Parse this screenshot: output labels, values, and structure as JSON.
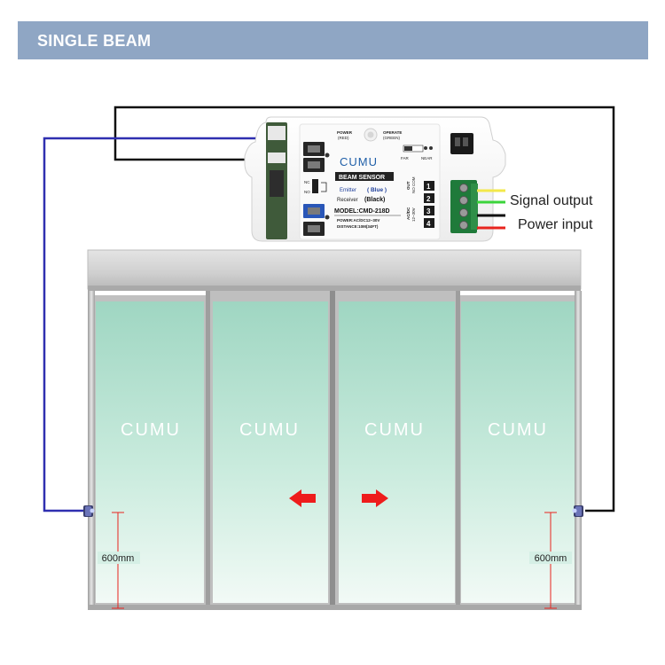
{
  "header": {
    "title": "SINGLE BEAM"
  },
  "sensor": {
    "brand": "CUMU",
    "title_plate": "BEAM SENSOR",
    "led_power_label": "POWER",
    "led_power_color": "(RED)",
    "led_operate_label": "OPERATE",
    "led_operate_color": "(GREEN)",
    "switch_far": "FAR",
    "switch_near": "NEAR",
    "emitter_label": "Emitter",
    "emitter_color": "( Blue )",
    "receiver_label": "Receiver",
    "receiver_color": "(Black)",
    "model": "MODEL:CMD-218D",
    "power_spec": "POWER:AC/DC12~30V",
    "distance_spec": "DISTANCE:10M(34FT)",
    "out_label": "OUT",
    "out_pins": "NO COM",
    "acdc_label": "AC/DC",
    "voltage_label": "12~30V",
    "nc_label": "NC",
    "no_label": "NO",
    "terminals": [
      "1",
      "2",
      "3",
      "4"
    ]
  },
  "legend": {
    "signal_output": "Signal output",
    "power_input": "Power input"
  },
  "door": {
    "panels_logo": [
      "CUMU",
      "CUMU",
      "CUMU",
      "CUMU"
    ],
    "height_left": "600mm",
    "height_right": "600mm"
  },
  "colors": {
    "header_bg": "#8fa6c4",
    "glass_top": "#9fd6c2",
    "glass_bottom": "#f2faf6",
    "emitter_wire": "#2f2fb0",
    "receiver_wire": "#111111",
    "arrow_red": "#ee1c1c",
    "signal_yellow": "#f3e84a",
    "signal_green": "#3bd43b",
    "power_black": "#111111",
    "power_red": "#e8241e"
  }
}
